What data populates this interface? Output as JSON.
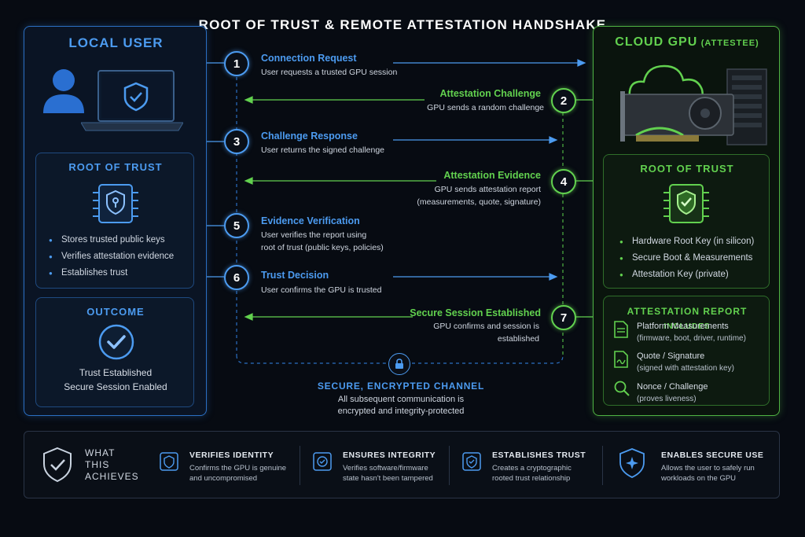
{
  "title": "ROOT OF TRUST & REMOTE ATTESTATION HANDSHAKE",
  "local_user": {
    "heading": "LOCAL USER",
    "root_of_trust": {
      "heading": "ROOT OF TRUST",
      "items": [
        "Stores trusted public keys",
        "Verifies attestation evidence",
        "Establishes trust"
      ]
    },
    "outcome": {
      "heading": "OUTCOME",
      "line1": "Trust Established",
      "line2": "Secure Session Enabled"
    }
  },
  "cloud_gpu": {
    "heading": "CLOUD GPU",
    "heading_suffix": "(ATTESTEE)",
    "root_of_trust": {
      "heading": "ROOT OF TRUST",
      "items": [
        "Hardware Root Key (in silicon)",
        "Secure Boot & Measurements",
        "Attestation Key (private)"
      ]
    },
    "report": {
      "heading": "ATTESTATION REPORT",
      "heading_suffix": "INCLUDES",
      "items": [
        {
          "title": "Platform Measurements",
          "desc": "(firmware, boot, driver, runtime)"
        },
        {
          "title": "Quote / Signature",
          "desc": "(signed with attestation key)"
        },
        {
          "title": "Nonce / Challenge",
          "desc": "(proves liveness)"
        }
      ]
    }
  },
  "steps": [
    {
      "num": "1",
      "title": "Connection Request",
      "desc": [
        "User requests a trusted GPU session"
      ]
    },
    {
      "num": "2",
      "title": "Attestation Challenge",
      "desc": [
        "GPU sends a random challenge"
      ]
    },
    {
      "num": "3",
      "title": "Challenge Response",
      "desc": [
        "User returns the signed challenge"
      ]
    },
    {
      "num": "4",
      "title": "Attestation Evidence",
      "desc": [
        "GPU sends attestation report",
        "(measurements, quote, signature)"
      ]
    },
    {
      "num": "5",
      "title": "Evidence Verification",
      "desc": [
        "User verifies the report using",
        "root of trust (public keys, policies)"
      ]
    },
    {
      "num": "6",
      "title": "Trust Decision",
      "desc": [
        "User confirms the GPU is trusted"
      ]
    },
    {
      "num": "7",
      "title": "Secure Session Established",
      "desc": [
        "GPU confirms and session is",
        "established"
      ]
    }
  ],
  "channel": {
    "title": "SECURE, ENCRYPTED CHANNEL",
    "desc": [
      "All subsequent communication is",
      "encrypted and integrity-protected"
    ]
  },
  "bottom": {
    "label": [
      "WHAT",
      "THIS",
      "ACHIEVES"
    ],
    "items": [
      {
        "title": "VERIFIES IDENTITY",
        "desc": [
          "Confirms the GPU is genuine",
          "and uncompromised"
        ]
      },
      {
        "title": "ENSURES INTEGRITY",
        "desc": [
          "Verifies software/firmware",
          "state hasn't been tampered"
        ]
      },
      {
        "title": "ESTABLISHES TRUST",
        "desc": [
          "Creates a cryptographic",
          "rooted trust relationship"
        ]
      },
      {
        "title": "ENABLES SECURE USE",
        "desc": [
          "Allows the user to safely run",
          "workloads on the GPU"
        ]
      }
    ]
  },
  "colors": {
    "blue": "#4c9bf0",
    "green": "#62d14f",
    "background": "#070b12"
  },
  "icons": [
    "user-icon",
    "laptop-shield-icon",
    "chip-lock-icon",
    "check-circle-icon",
    "cloud-icon",
    "gpu-card-icon",
    "server-rack-icon",
    "chip-check-icon",
    "document-icon",
    "signature-icon",
    "nonce-icon",
    "lock-icon",
    "shield-check-icon"
  ]
}
